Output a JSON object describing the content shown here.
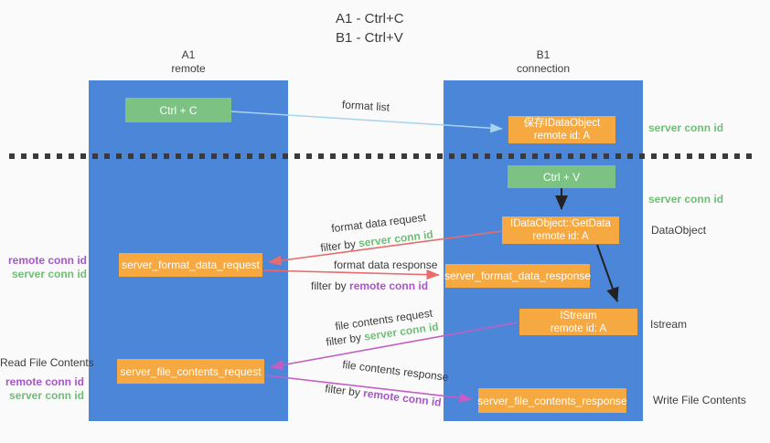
{
  "title": {
    "line1": "A1 - Ctrl+C",
    "line2": "B1 - Ctrl+V"
  },
  "columns": {
    "a1": {
      "name": "A1",
      "subtitle": "remote"
    },
    "b1": {
      "name": "B1",
      "subtitle": "connection"
    }
  },
  "boxes": {
    "ctrl_c": {
      "label": "Ctrl + C"
    },
    "save_idataobject": {
      "line1": "保存IDataObject",
      "line2": "remote id: A"
    },
    "ctrl_v": {
      "label": "Ctrl + V"
    },
    "getdata": {
      "line1": "IDataObject::GetData",
      "line2": "remote id: A"
    },
    "server_format_data_request": {
      "label": "server_format_data_request"
    },
    "server_format_data_response": {
      "label": "server_format_data_response"
    },
    "istream": {
      "line1": "IStream",
      "line2": "remote id: A"
    },
    "server_file_contents_request": {
      "label": "server_file_contents_request"
    },
    "server_file_contents_response": {
      "label": "server_file_contents_response"
    }
  },
  "arrow_labels": {
    "format_list": "format list",
    "format_data_request": "format data request",
    "format_data_response": "format data response",
    "file_contents_request": "file contents request",
    "file_contents_response": "file contents response",
    "filter_by": "filter by",
    "server_conn_id": "server conn id",
    "remote_conn_id": "remote conn id"
  },
  "side_labels": {
    "right_server_conn_id_top": "server conn id",
    "right_server_conn_id_mid": "server conn id",
    "dataobject": "DataObject",
    "istream": "Istream",
    "write_file_contents": "Write File Contents",
    "left_remote_conn_id_top": "remote conn id",
    "left_server_conn_id_top": "server conn id",
    "read_file_contents": "Read File Contents",
    "left_remote_conn_id_bottom": "remote conn id",
    "left_server_conn_id_bottom": "server conn id"
  },
  "colors": {
    "background": "#fafafa",
    "lifeline_blue": "#4c86d9",
    "box_green": "#7cc282",
    "box_orange": "#f6a841",
    "arrow_lightblue": "#a7d3ef",
    "arrow_red": "#e96b6b",
    "arrow_magenta": "#c35ec3",
    "arrow_black": "#222222",
    "text_green": "#6fbf76",
    "text_purple": "#a855c8",
    "text_dark": "#3c3c3c",
    "dotted_line": "#3a3a3a"
  }
}
